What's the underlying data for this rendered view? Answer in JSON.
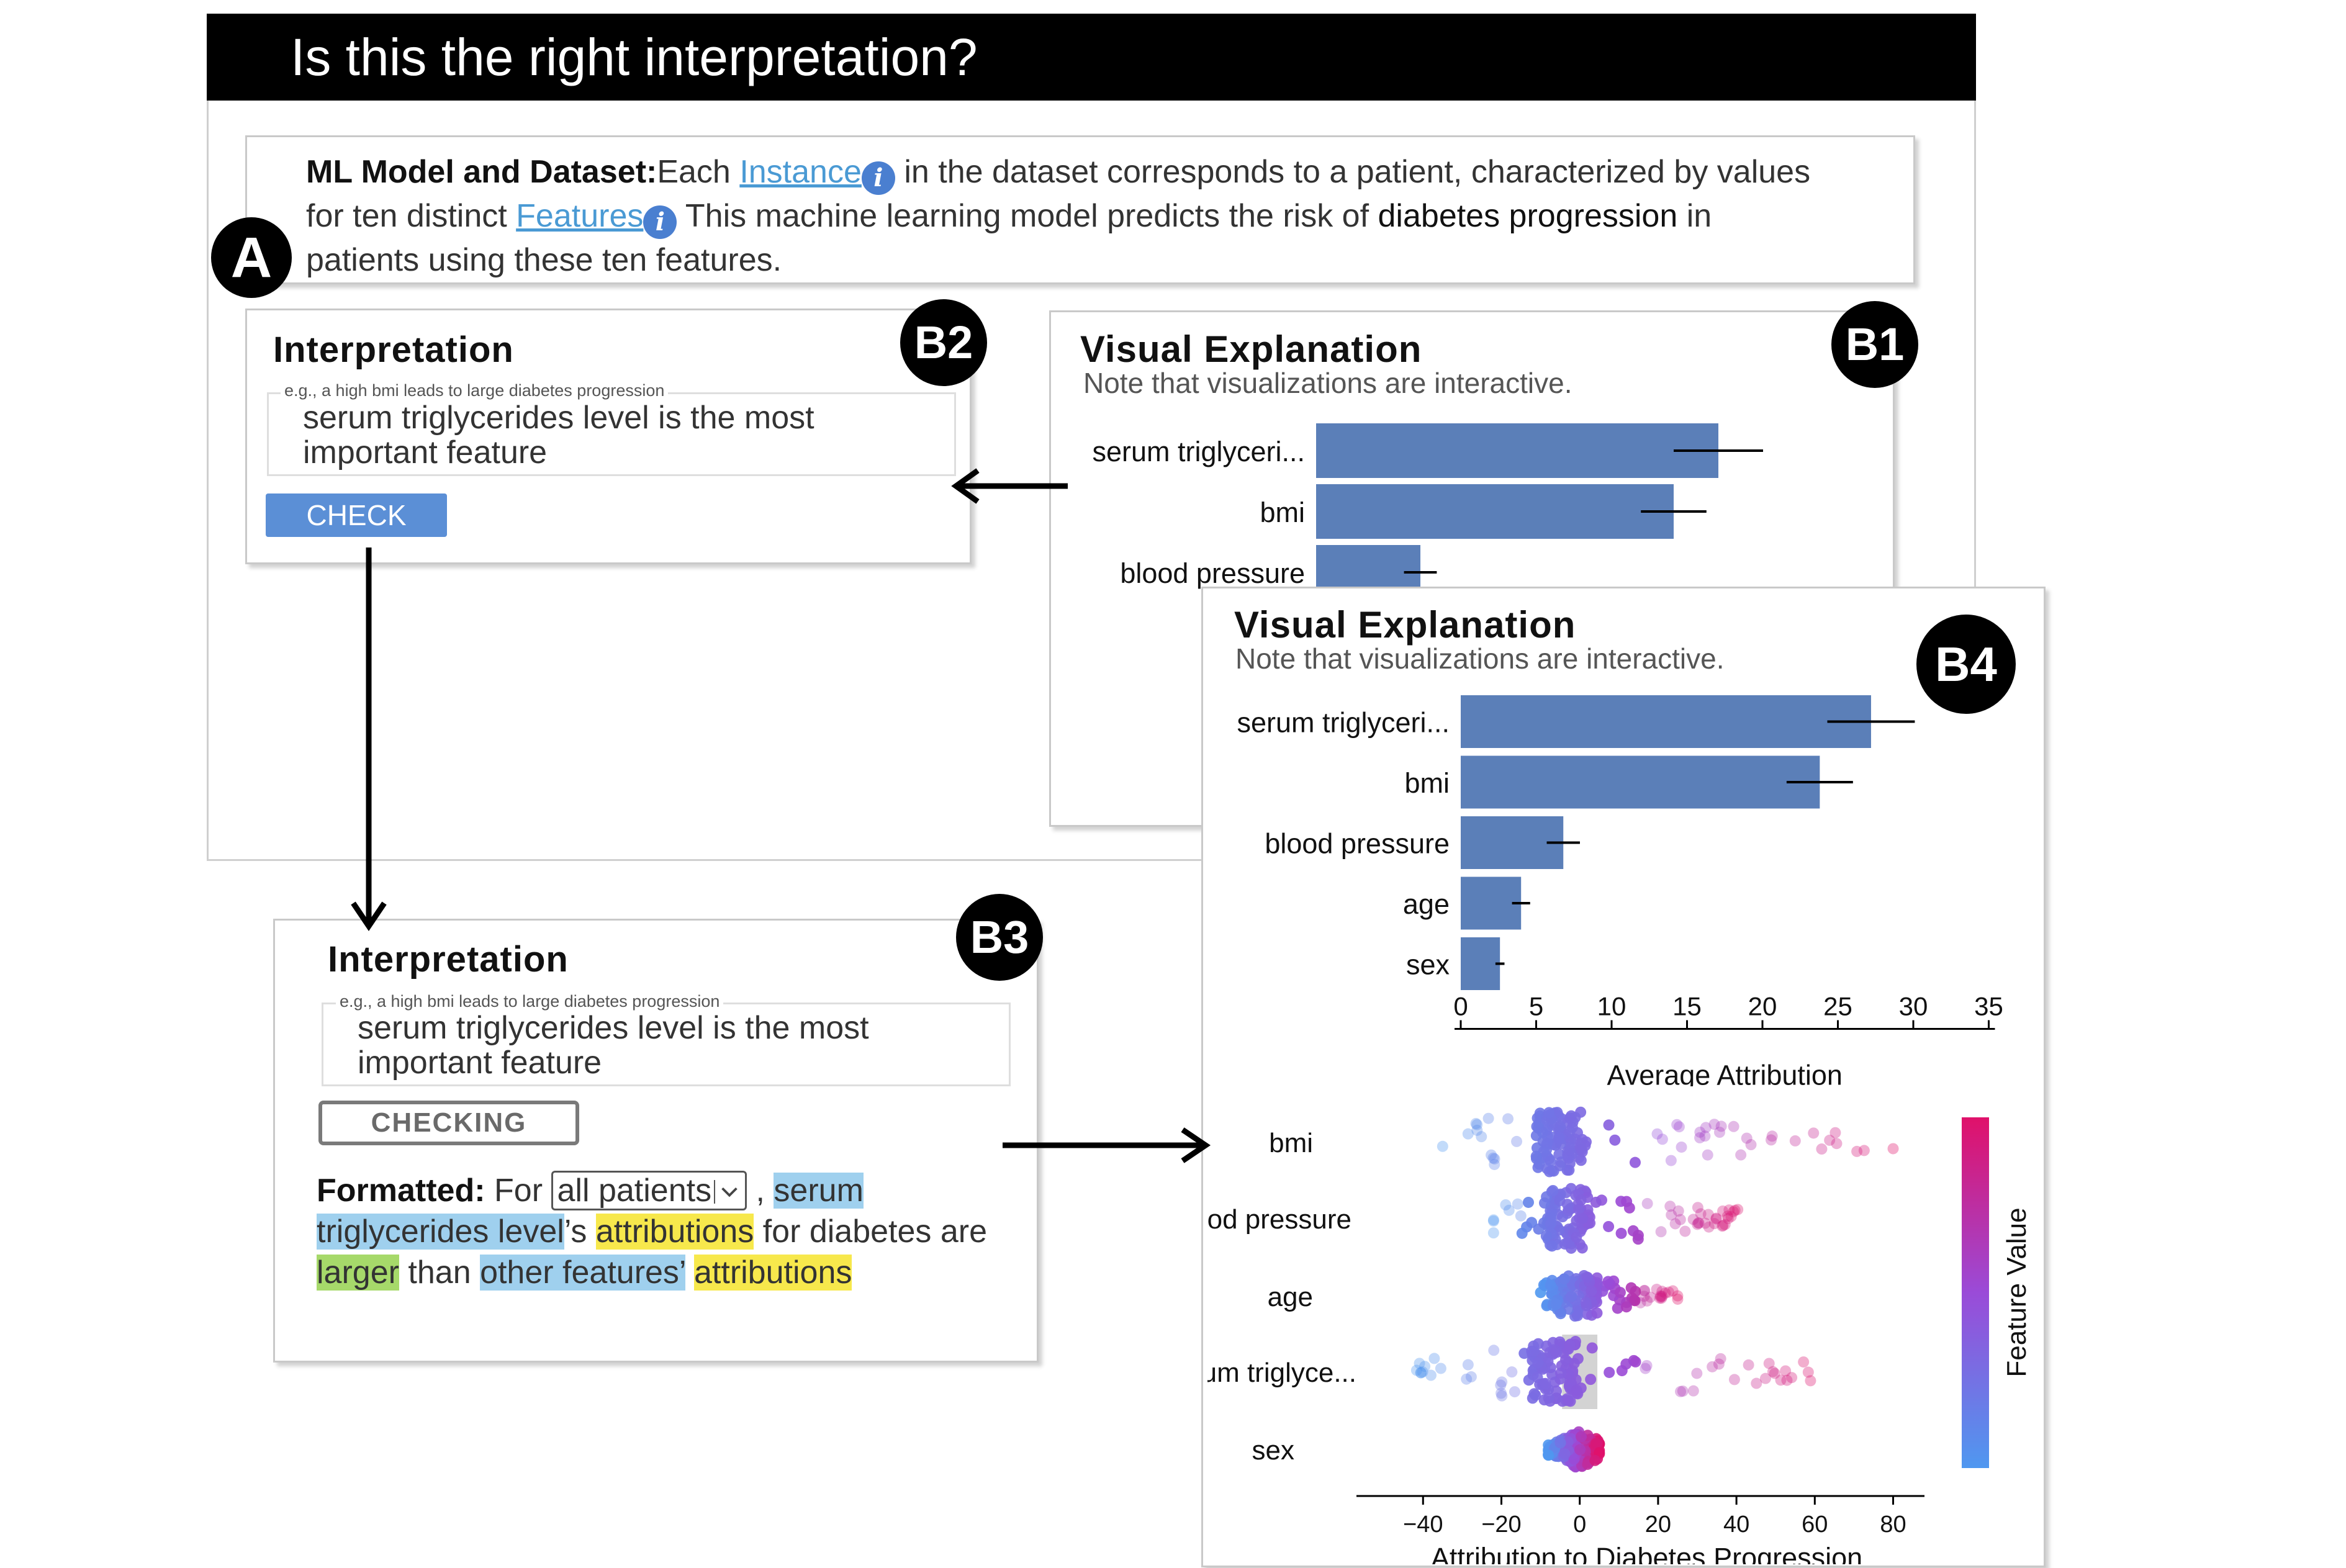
{
  "title": "Is this the right interpretation?",
  "dataset": {
    "heading": "ML Model and Dataset:",
    "t1": "Each ",
    "instance_link": "Instance",
    "t2": " in the dataset corresponds to a patient, characterized by values",
    "t3": "for ten distinct ",
    "features_link": "Features",
    "t4": " This machine learning model predicts the risk of ",
    "target": "diabetes progression",
    "t5": " in",
    "t6": "patients using these ten features.",
    "info_glyph": "i"
  },
  "badges": {
    "a": "A",
    "b1": "B1",
    "b2": "B2",
    "b3": "B3",
    "b4": "B4"
  },
  "interpretation": {
    "title": "Interpretation",
    "hint": "e.g., a high bmi leads to large diabetes progression",
    "text": "serum triglycerides level is the most important feature",
    "check_label": "CHECK",
    "checking_label": "CHECKING"
  },
  "formatted": {
    "label": "Formatted:",
    "w_for": " For ",
    "select_value": "all patients",
    "comma": " , ",
    "f1": "serum triglycerides level",
    "possessive": "’s ",
    "attr1": "attributions",
    "w_mid": " for diabetes are ",
    "cmp": "larger",
    "w_than": " than ",
    "others": "other features’",
    "sp": " ",
    "attr2": "attributions"
  },
  "viz": {
    "title": "Visual Explanation",
    "note": "Note that visualizations are interactive."
  },
  "colors": {
    "bar": "#5b7fb8",
    "highlight_blue": "#9fd0ee",
    "highlight_yellow": "#f7e84c",
    "highlight_green": "#a6d96a"
  },
  "chart_data": [
    {
      "type": "bar",
      "orientation": "horizontal",
      "panel": "B1",
      "categories": [
        "serum triglyceri...",
        "bmi",
        "blood pressure"
      ],
      "values": [
        27,
        24,
        7
      ],
      "errors": [
        3,
        2.2,
        1.1
      ]
    },
    {
      "type": "bar",
      "orientation": "horizontal",
      "panel": "B4",
      "categories": [
        "serum triglyceri...",
        "bmi",
        "blood pressure",
        "age",
        "sex"
      ],
      "values": [
        27.2,
        23.8,
        6.8,
        4.0,
        2.6
      ],
      "errors": [
        2.9,
        2.2,
        1.1,
        0.6,
        0.3
      ],
      "xticks": [
        0,
        5,
        10,
        15,
        20,
        25,
        30,
        35
      ],
      "xlim": [
        0,
        35
      ],
      "xlabel": "Average Attribution"
    },
    {
      "type": "scatter",
      "subtype": "beeswarm",
      "panel": "B4",
      "categories": [
        "bmi",
        "blood pressure",
        "age",
        "serum triglyce...",
        "sex"
      ],
      "xticks": [
        -40,
        -20,
        0,
        20,
        40,
        60,
        80
      ],
      "tick_labels": [
        "−40",
        "−20",
        "0",
        "20",
        "40",
        "60",
        "80"
      ],
      "xlim": [
        -57,
        88
      ],
      "xlabel": "Attribution to Diabetes Progression",
      "colorbar_label": "Feature Value",
      "colorbar_colors": [
        "#4f98f0",
        "#9a4bd8",
        "#e0116a"
      ],
      "ranges": [
        [
          -35,
          80
        ],
        [
          -22,
          42
        ],
        [
          -10,
          25
        ],
        [
          -42,
          62
        ],
        [
          -8,
          5
        ]
      ],
      "spread": [
        1.0,
        1.0,
        0.7,
        1.0,
        0.6
      ]
    }
  ]
}
